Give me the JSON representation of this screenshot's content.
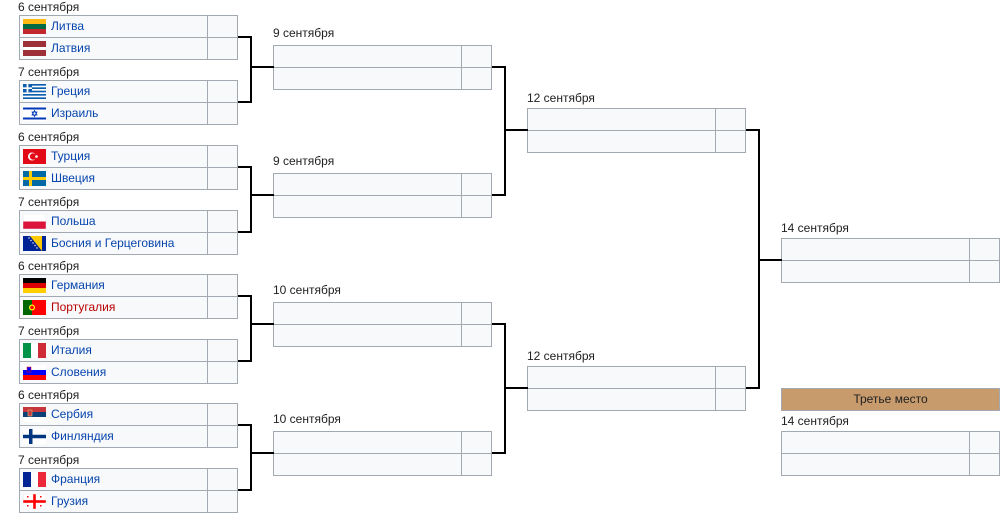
{
  "round1": {
    "dates": [
      "6 сентября",
      "7 сентября",
      "6 сентября",
      "7 сентября",
      "6 сентября",
      "7 сентября",
      "6 сентября",
      "7 сентября"
    ],
    "teams": [
      {
        "name": "Литва",
        "flag": "lithuania-flag"
      },
      {
        "name": "Латвия",
        "flag": "latvia-flag"
      },
      {
        "name": "Греция",
        "flag": "greece-flag"
      },
      {
        "name": "Израиль",
        "flag": "israel-flag"
      },
      {
        "name": "Турция",
        "flag": "turkey-flag"
      },
      {
        "name": "Швеция",
        "flag": "sweden-flag"
      },
      {
        "name": "Польша",
        "flag": "poland-flag"
      },
      {
        "name": "Босния и Герцеговина",
        "flag": "bosnia-flag"
      },
      {
        "name": "Германия",
        "flag": "germany-flag"
      },
      {
        "name": "Португалия",
        "flag": "portugal-flag",
        "color": "#ba0000"
      },
      {
        "name": "Италия",
        "flag": "italy-flag"
      },
      {
        "name": "Словения",
        "flag": "slovenia-flag"
      },
      {
        "name": "Сербия",
        "flag": "serbia-flag"
      },
      {
        "name": "Финляндия",
        "flag": "finland-flag"
      },
      {
        "name": "Франция",
        "flag": "france-flag"
      },
      {
        "name": "Грузия",
        "flag": "georgia-flag"
      }
    ]
  },
  "quarterfinals": {
    "dates": [
      "9 сентября",
      "9 сентября",
      "10 сентября",
      "10 сентября"
    ]
  },
  "semifinals": {
    "dates": [
      "12 сентября",
      "12 сентября"
    ]
  },
  "final": {
    "date": "14 сентября"
  },
  "third_place": {
    "header": "Третье место",
    "date": "14 сентября",
    "header_color": "#c89b6d"
  },
  "colors": {
    "link": "#0645ad",
    "cell_bg": "#f8f9fa",
    "cell_border": "#a2a9b1",
    "connector": "#000000"
  }
}
